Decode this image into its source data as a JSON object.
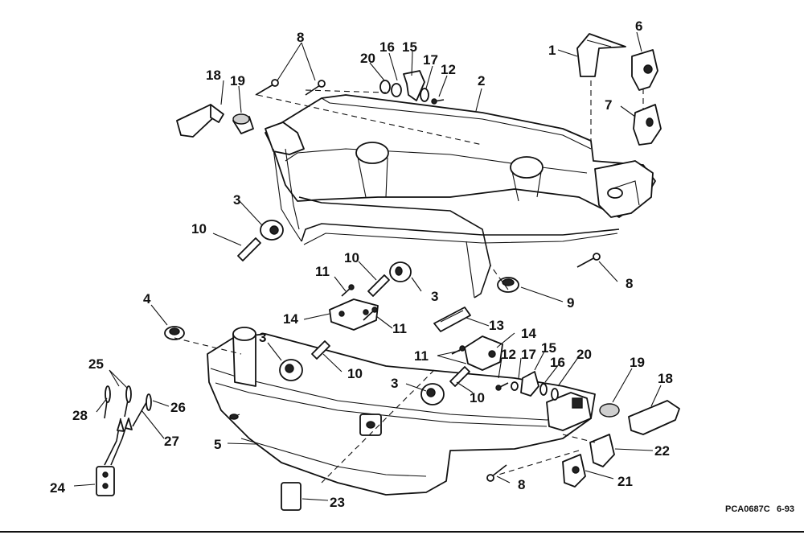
{
  "diagram": {
    "callouts": {
      "c1": "1",
      "c2": "2",
      "c3a": "3",
      "c3b": "3",
      "c3c": "3",
      "c3d": "3",
      "c4": "4",
      "c5": "5",
      "c6": "6",
      "c7": "7",
      "c8a": "8",
      "c8b": "8",
      "c8c": "8",
      "c9": "9",
      "c10a": "10",
      "c10b": "10",
      "c10c": "10",
      "c10d": "10",
      "c11a": "11",
      "c11b": "11",
      "c11c": "11",
      "c12a": "12",
      "c12b": "12",
      "c13": "13",
      "c14a": "14",
      "c14b": "14",
      "c15a": "15",
      "c15b": "15",
      "c16a": "16",
      "c16b": "16",
      "c17a": "17",
      "c17b": "17",
      "c18a": "18",
      "c18b": "18",
      "c19a": "19",
      "c19b": "19",
      "c20a": "20",
      "c20b": "20",
      "c21": "21",
      "c22": "22",
      "c23": "23",
      "c24": "24",
      "c25": "25",
      "c26": "26",
      "c27": "27",
      "c28": "28"
    },
    "footer": {
      "code": "PCA0687C",
      "date": "6-93"
    }
  }
}
